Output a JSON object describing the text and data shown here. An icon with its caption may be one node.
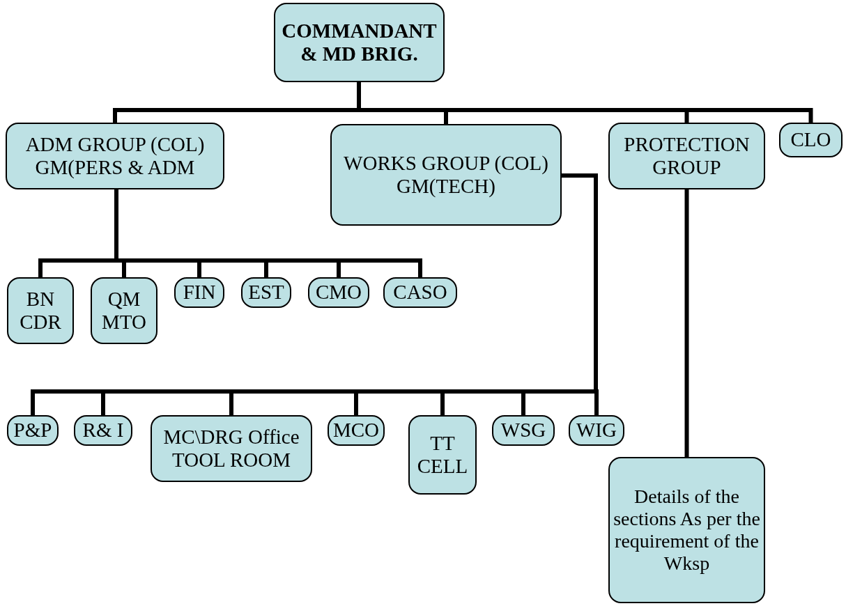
{
  "diagram": {
    "nodes": [
      {
        "text": [
          "COMMANDANT & MD BRIG."
        ]
      },
      {
        "text": [
          "ADM GROUP (COL) GM(PERS & ADM"
        ]
      },
      {
        "text": [
          "WORKS GROUP (COL) GM(TECH)"
        ]
      },
      {
        "text": [
          "PROTECTION GROUP"
        ]
      },
      {
        "text": [
          "CLO"
        ]
      },
      {
        "text": [
          "BN CDR"
        ]
      },
      {
        "text": [
          "QM MTO"
        ]
      },
      {
        "text": [
          "FIN"
        ]
      },
      {
        "text": [
          "EST"
        ]
      },
      {
        "text": [
          "CMO"
        ]
      },
      {
        "text": [
          "CASO"
        ]
      },
      {
        "text": [
          "P&P"
        ]
      },
      {
        "text": [
          "R& I"
        ]
      },
      {
        "text": [
          "MC\\DRG Office TOOL ROOM"
        ]
      },
      {
        "text": [
          "MCO"
        ]
      },
      {
        "text": [
          "TT CELL"
        ]
      },
      {
        "text": [
          "WSG"
        ]
      },
      {
        "text": [
          "WIG"
        ]
      },
      {
        "text": [
          "Details of the sections As per the requirement of the Wksp"
        ]
      }
    ],
    "edges": [
      {
        "from": 0,
        "to": 1,
        "arrow": "none"
      },
      {
        "from": 0,
        "to": 2,
        "arrow": "none"
      },
      {
        "from": 0,
        "to": 3,
        "arrow": "none"
      },
      {
        "from": 0,
        "to": 4,
        "arrow": "none"
      },
      {
        "from": 1,
        "to": 5,
        "arrow": "none"
      },
      {
        "from": 1,
        "to": 6,
        "arrow": "none"
      },
      {
        "from": 1,
        "to": 7,
        "arrow": "none"
      },
      {
        "from": 1,
        "to": 8,
        "arrow": "none"
      },
      {
        "from": 1,
        "to": 9,
        "arrow": "none"
      },
      {
        "from": 1,
        "to": 10,
        "arrow": "none"
      },
      {
        "from": 2,
        "to": 11,
        "arrow": "none"
      },
      {
        "from": 2,
        "to": 12,
        "arrow": "none"
      },
      {
        "from": 2,
        "to": 13,
        "arrow": "none"
      },
      {
        "from": 2,
        "to": 14,
        "arrow": "none"
      },
      {
        "from": 2,
        "to": 15,
        "arrow": "none"
      },
      {
        "from": 2,
        "to": 16,
        "arrow": "none"
      },
      {
        "from": 2,
        "to": 17,
        "arrow": "none"
      },
      {
        "from": 3,
        "to": 18,
        "arrow": "none"
      }
    ]
  }
}
